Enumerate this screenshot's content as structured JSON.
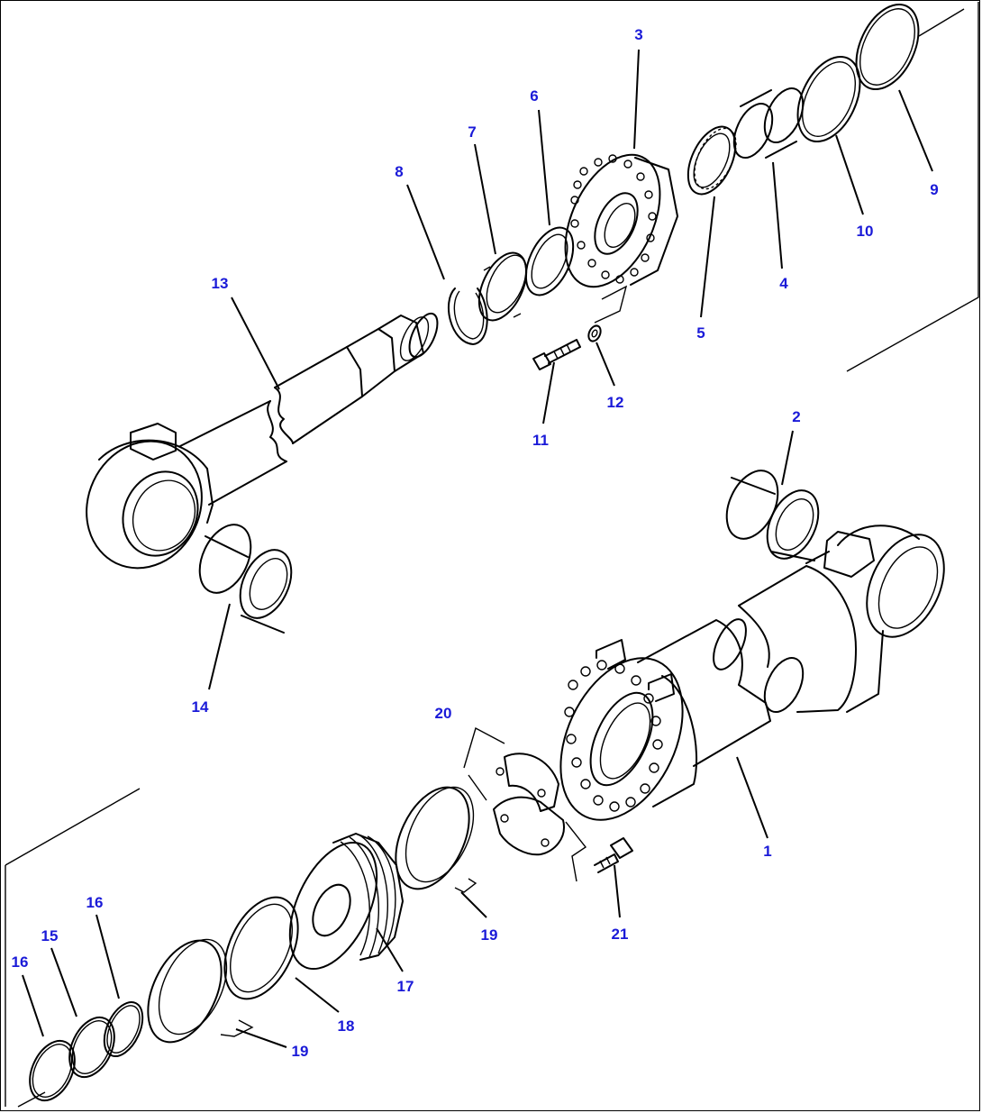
{
  "diagram": {
    "colors": {
      "callout": "#1a1ad8",
      "line": "#000000",
      "background": "#ffffff"
    },
    "callouts": [
      {
        "id": "c1",
        "text": "1"
      },
      {
        "id": "c2",
        "text": "2"
      },
      {
        "id": "c3",
        "text": "3"
      },
      {
        "id": "c4",
        "text": "4"
      },
      {
        "id": "c5",
        "text": "5"
      },
      {
        "id": "c6",
        "text": "6"
      },
      {
        "id": "c7",
        "text": "7"
      },
      {
        "id": "c8",
        "text": "8"
      },
      {
        "id": "c9",
        "text": "9"
      },
      {
        "id": "c10",
        "text": "10"
      },
      {
        "id": "c11",
        "text": "11"
      },
      {
        "id": "c12",
        "text": "12"
      },
      {
        "id": "c13",
        "text": "13"
      },
      {
        "id": "c14",
        "text": "14"
      },
      {
        "id": "c15",
        "text": "15"
      },
      {
        "id": "c16a",
        "text": "16"
      },
      {
        "id": "c16b",
        "text": "16"
      },
      {
        "id": "c17",
        "text": "17"
      },
      {
        "id": "c18",
        "text": "18"
      },
      {
        "id": "c19a",
        "text": "19"
      },
      {
        "id": "c19b",
        "text": "19"
      },
      {
        "id": "c20",
        "text": "20"
      },
      {
        "id": "c21",
        "text": "21"
      }
    ]
  }
}
